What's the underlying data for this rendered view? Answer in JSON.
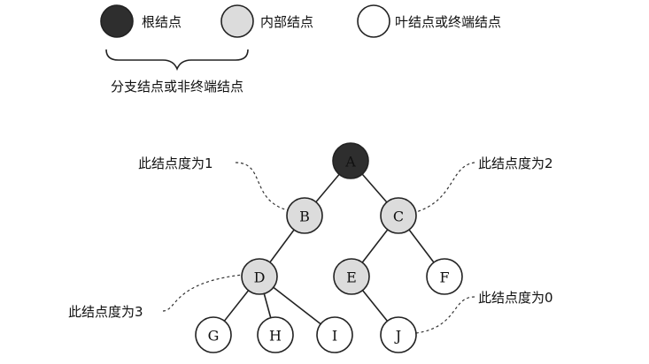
{
  "legend": {
    "root": {
      "label": "根结点",
      "fill": "#2e2e2e"
    },
    "internal": {
      "label": "内部结点",
      "fill": "#dcdcdc"
    },
    "leaf": {
      "label": "叶结点或终端结点",
      "fill": "#ffffff"
    },
    "brace_caption": "分支结点或非终端结点"
  },
  "tree": {
    "nodes": [
      {
        "id": "A",
        "label": "A",
        "kind": "root"
      },
      {
        "id": "B",
        "label": "B",
        "kind": "internal"
      },
      {
        "id": "C",
        "label": "C",
        "kind": "internal"
      },
      {
        "id": "D",
        "label": "D",
        "kind": "internal"
      },
      {
        "id": "E",
        "label": "E",
        "kind": "internal"
      },
      {
        "id": "F",
        "label": "F",
        "kind": "leaf"
      },
      {
        "id": "G",
        "label": "G",
        "kind": "leaf"
      },
      {
        "id": "H",
        "label": "H",
        "kind": "leaf"
      },
      {
        "id": "I",
        "label": "I",
        "kind": "leaf"
      },
      {
        "id": "J",
        "label": "J",
        "kind": "leaf"
      }
    ],
    "edges": [
      [
        "A",
        "B"
      ],
      [
        "A",
        "C"
      ],
      [
        "B",
        "D"
      ],
      [
        "C",
        "E"
      ],
      [
        "C",
        "F"
      ],
      [
        "D",
        "G"
      ],
      [
        "D",
        "H"
      ],
      [
        "D",
        "I"
      ],
      [
        "E",
        "J"
      ]
    ]
  },
  "annotations": {
    "degree_1": "此结点度为1",
    "degree_2": "此结点度为2",
    "degree_3": "此结点度为3",
    "degree_0": "此结点度为0"
  }
}
